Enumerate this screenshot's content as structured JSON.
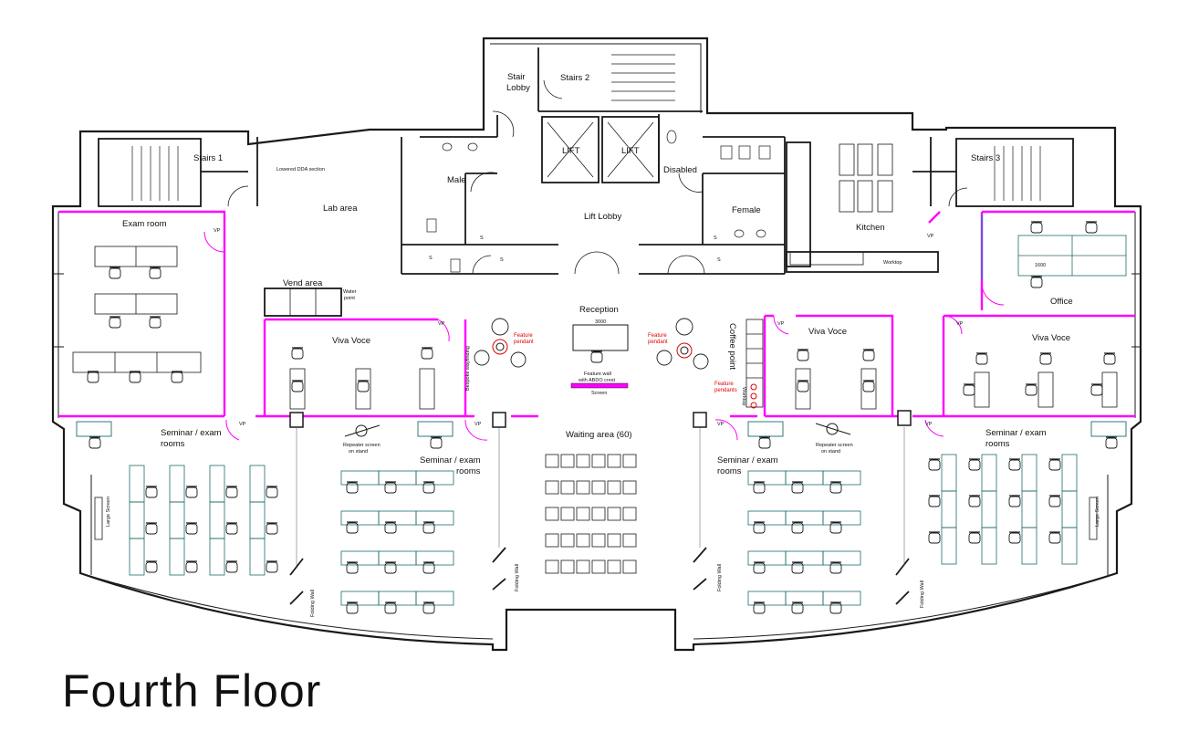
{
  "title": "Fourth Floor",
  "colors": {
    "wall": "#1a1a1a",
    "partition": "#ff00ff",
    "desk": "#1f6b6b",
    "accent_red": "#e00000",
    "glass": "#3b6fd6"
  },
  "labels": {
    "stairs_1": "Stairs 1",
    "stairs_2": "Stairs 2",
    "stairs_3": "Stairs 3",
    "stair_lobby_1": "Stair",
    "stair_lobby_2": "Lobby",
    "lowered_dda": "Lowered DDA section",
    "lab_area": "Lab area",
    "male": "Male",
    "female": "Female",
    "disabled": "Disabled",
    "lift_1": "LIFT",
    "lift_2": "LIFT",
    "lift_lobby": "Lift Lobby",
    "kitchen": "Kitchen",
    "worktop": "Worktop",
    "exam_room": "Exam room",
    "office": "Office",
    "vend_area": "Vend area",
    "water_point_1": "Water",
    "water_point_2": "point",
    "reception": "Reception",
    "viva_voce_left": "Viva Voce",
    "viva_voce_mid": "Viva Voce",
    "viva_voce_right": "Viva Voce",
    "feature_pendant_1a": "Feature",
    "feature_pendant_1b": "pendant",
    "feature_pendant_2a": "Feature",
    "feature_pendant_2b": "pendant",
    "feature_pendants_a": "Feature",
    "feature_pendants_b": "pendants",
    "feature_wall_1": "Feature wall",
    "feature_wall_2": "with ABDO crest",
    "screen": "Screen",
    "bespoke_wayfinding": "Bespoke wayfinding",
    "coffee_point": "Coffee point",
    "worktop_small": "Worktop",
    "seminar_l1": "Seminar / exam",
    "seminar_l2": "rooms",
    "seminar_ml1": "Seminar / exam",
    "seminar_ml2": "rooms",
    "seminar_mr1": "Seminar / exam",
    "seminar_mr2": "rooms",
    "seminar_r1": "Seminar / exam",
    "seminar_r2": "rooms",
    "repeater_l1": "Repeater screen",
    "repeater_l2": "on stand",
    "repeater_r1": "Repeater screen",
    "repeater_r2": "on stand",
    "waiting_area": "Waiting area (60)",
    "large_screen_l": "Large Screen",
    "large_screen_r": "Large Screen",
    "folding_wall": "Folding Wall",
    "vp": "VP",
    "dim_3000": "3000",
    "dim_1600": "1600",
    "s": "S"
  }
}
